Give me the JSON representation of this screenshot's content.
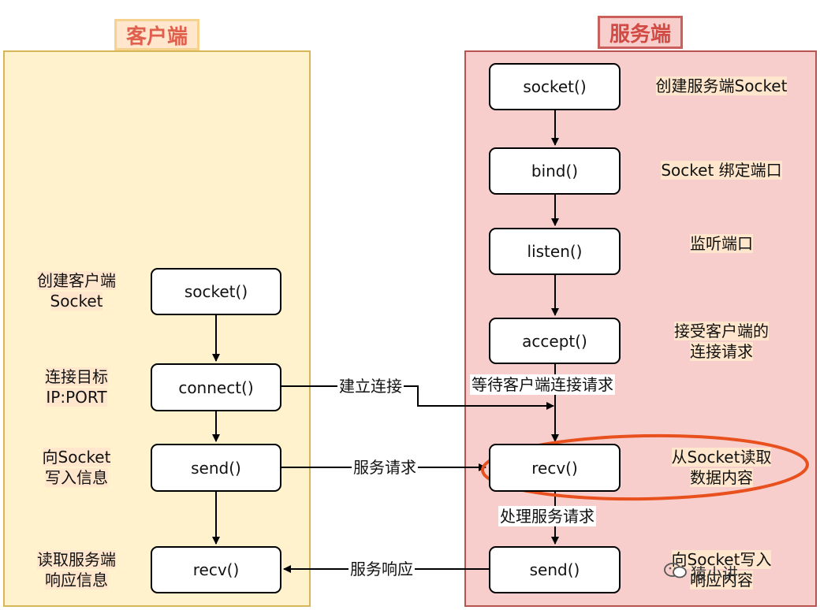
{
  "client": {
    "title": "客户端",
    "boxes": {
      "socket": "socket()",
      "connect": "connect()",
      "send": "send()",
      "recv": "recv()"
    },
    "notes": {
      "create_l1": "创建客户端",
      "create_l2": "Socket",
      "connect_l1": "连接目标",
      "connect_l2": "IP:PORT",
      "send_l1": "向Socket",
      "send_l2": "写入信息",
      "read_l1": "读取服务端",
      "read_l2": "响应信息"
    }
  },
  "server": {
    "title": "服务端",
    "boxes": {
      "socket": "socket()",
      "bind": "bind()",
      "listen": "listen()",
      "accept": "accept()",
      "recv": "recv()",
      "send": "send()"
    },
    "notes": {
      "create": "创建服务端Socket",
      "bind": "Socket 绑定端口",
      "listen": "监听端口",
      "accept_l1": "接受客户端的",
      "accept_l2": "连接请求",
      "recv_l1": "从Socket读取",
      "recv_l2": "数据内容",
      "send_l1": "向Socket写入",
      "send_l2": "响应内容"
    }
  },
  "edges": {
    "establish": "建立连接",
    "wait": "等待客户端连接请求",
    "request": "服务请求",
    "process": "处理服务请求",
    "response": "服务响应"
  },
  "watermark": {
    "icon": "wechat-icon",
    "text": "猿小讲"
  },
  "colors": {
    "client_fill": "#fff2cc",
    "server_fill": "#f8cecc",
    "highlight_ring": "#e8501e"
  }
}
